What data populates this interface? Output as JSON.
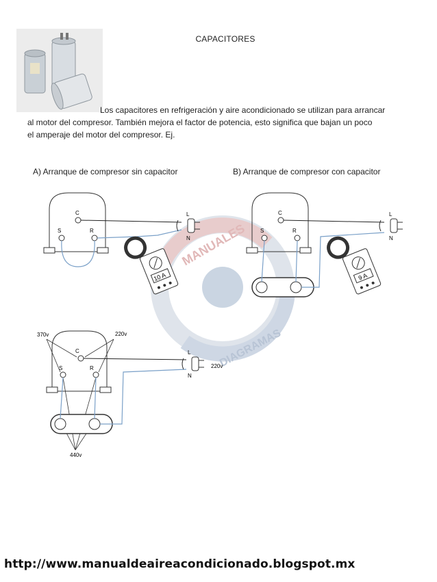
{
  "title": "CAPACITORES",
  "intro_text_line1": "Los capacitores en refrigeración y aire acondicionado se utilizan para arrancar",
  "intro_text_line2": "al motor del compresor.  También mejora el factor de potencia, esto significa que bajan un poco",
  "intro_text_line3": "el amperaje del motor  del compresor. Ej.",
  "diagram_a": {
    "caption": "A) Arranque de compresor sin capacitor",
    "terminal_c": "C",
    "terminal_s": "S",
    "terminal_r": "R",
    "line_l": "L",
    "line_n": "N",
    "meter_reading": "10 A"
  },
  "diagram_b": {
    "caption": "B) Arranque de compresor con capacitor",
    "terminal_c": "C",
    "terminal_s": "S",
    "terminal_r": "R",
    "line_l": "L",
    "line_n": "N",
    "meter_reading": "9 A"
  },
  "diagram_c": {
    "terminal_c": "C",
    "terminal_s": "S",
    "terminal_r": "R",
    "line_l": "L",
    "line_n": "N",
    "label_370": "370v",
    "label_220_top": "220v",
    "label_220_plug": "220v",
    "label_440": "440v"
  },
  "watermark": {
    "text_top": "MANUALES",
    "text_bottom": "DIAGRAMAS"
  },
  "footer_url": "http://www.manualdeaireacondicionado.blogspot.mx",
  "colors": {
    "wire_blue": "#7aa0c8",
    "wire_black": "#222222",
    "watermark_red": "#d9a6a6",
    "watermark_blue": "#9fb3cc"
  }
}
